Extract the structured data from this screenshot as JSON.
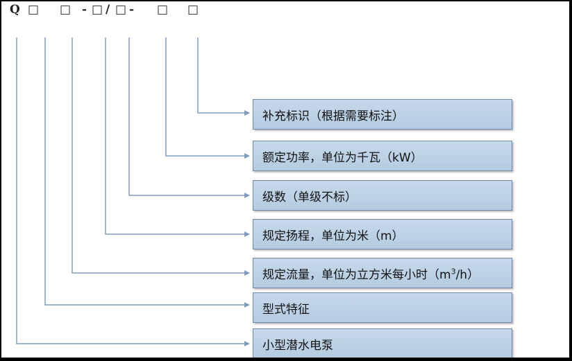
{
  "code": {
    "q": "Q",
    "box1": "□",
    "box2": "□",
    "dash1": "-",
    "box3": "□",
    "slash": "/",
    "box4": "□",
    "dash2": "-",
    "box5": "□",
    "box6": "□"
  },
  "labels": {
    "supplement": "补充标识（根据需要标注）",
    "rated_power": "额定功率，单位为千瓦（kW）",
    "stages": "级数（单级不标）",
    "head": "规定扬程，单位为米（m）",
    "flow_prefix": "规定流量，单位为立方米每小时（m",
    "flow_sup": "3",
    "flow_suffix": "/h）",
    "model_feature": "型式特征",
    "pump_type": "小型潜水电泵"
  },
  "colors": {
    "box_fill": "#bdd1e6",
    "box_border": "#6d88a8",
    "line": "#7f9dbf"
  }
}
